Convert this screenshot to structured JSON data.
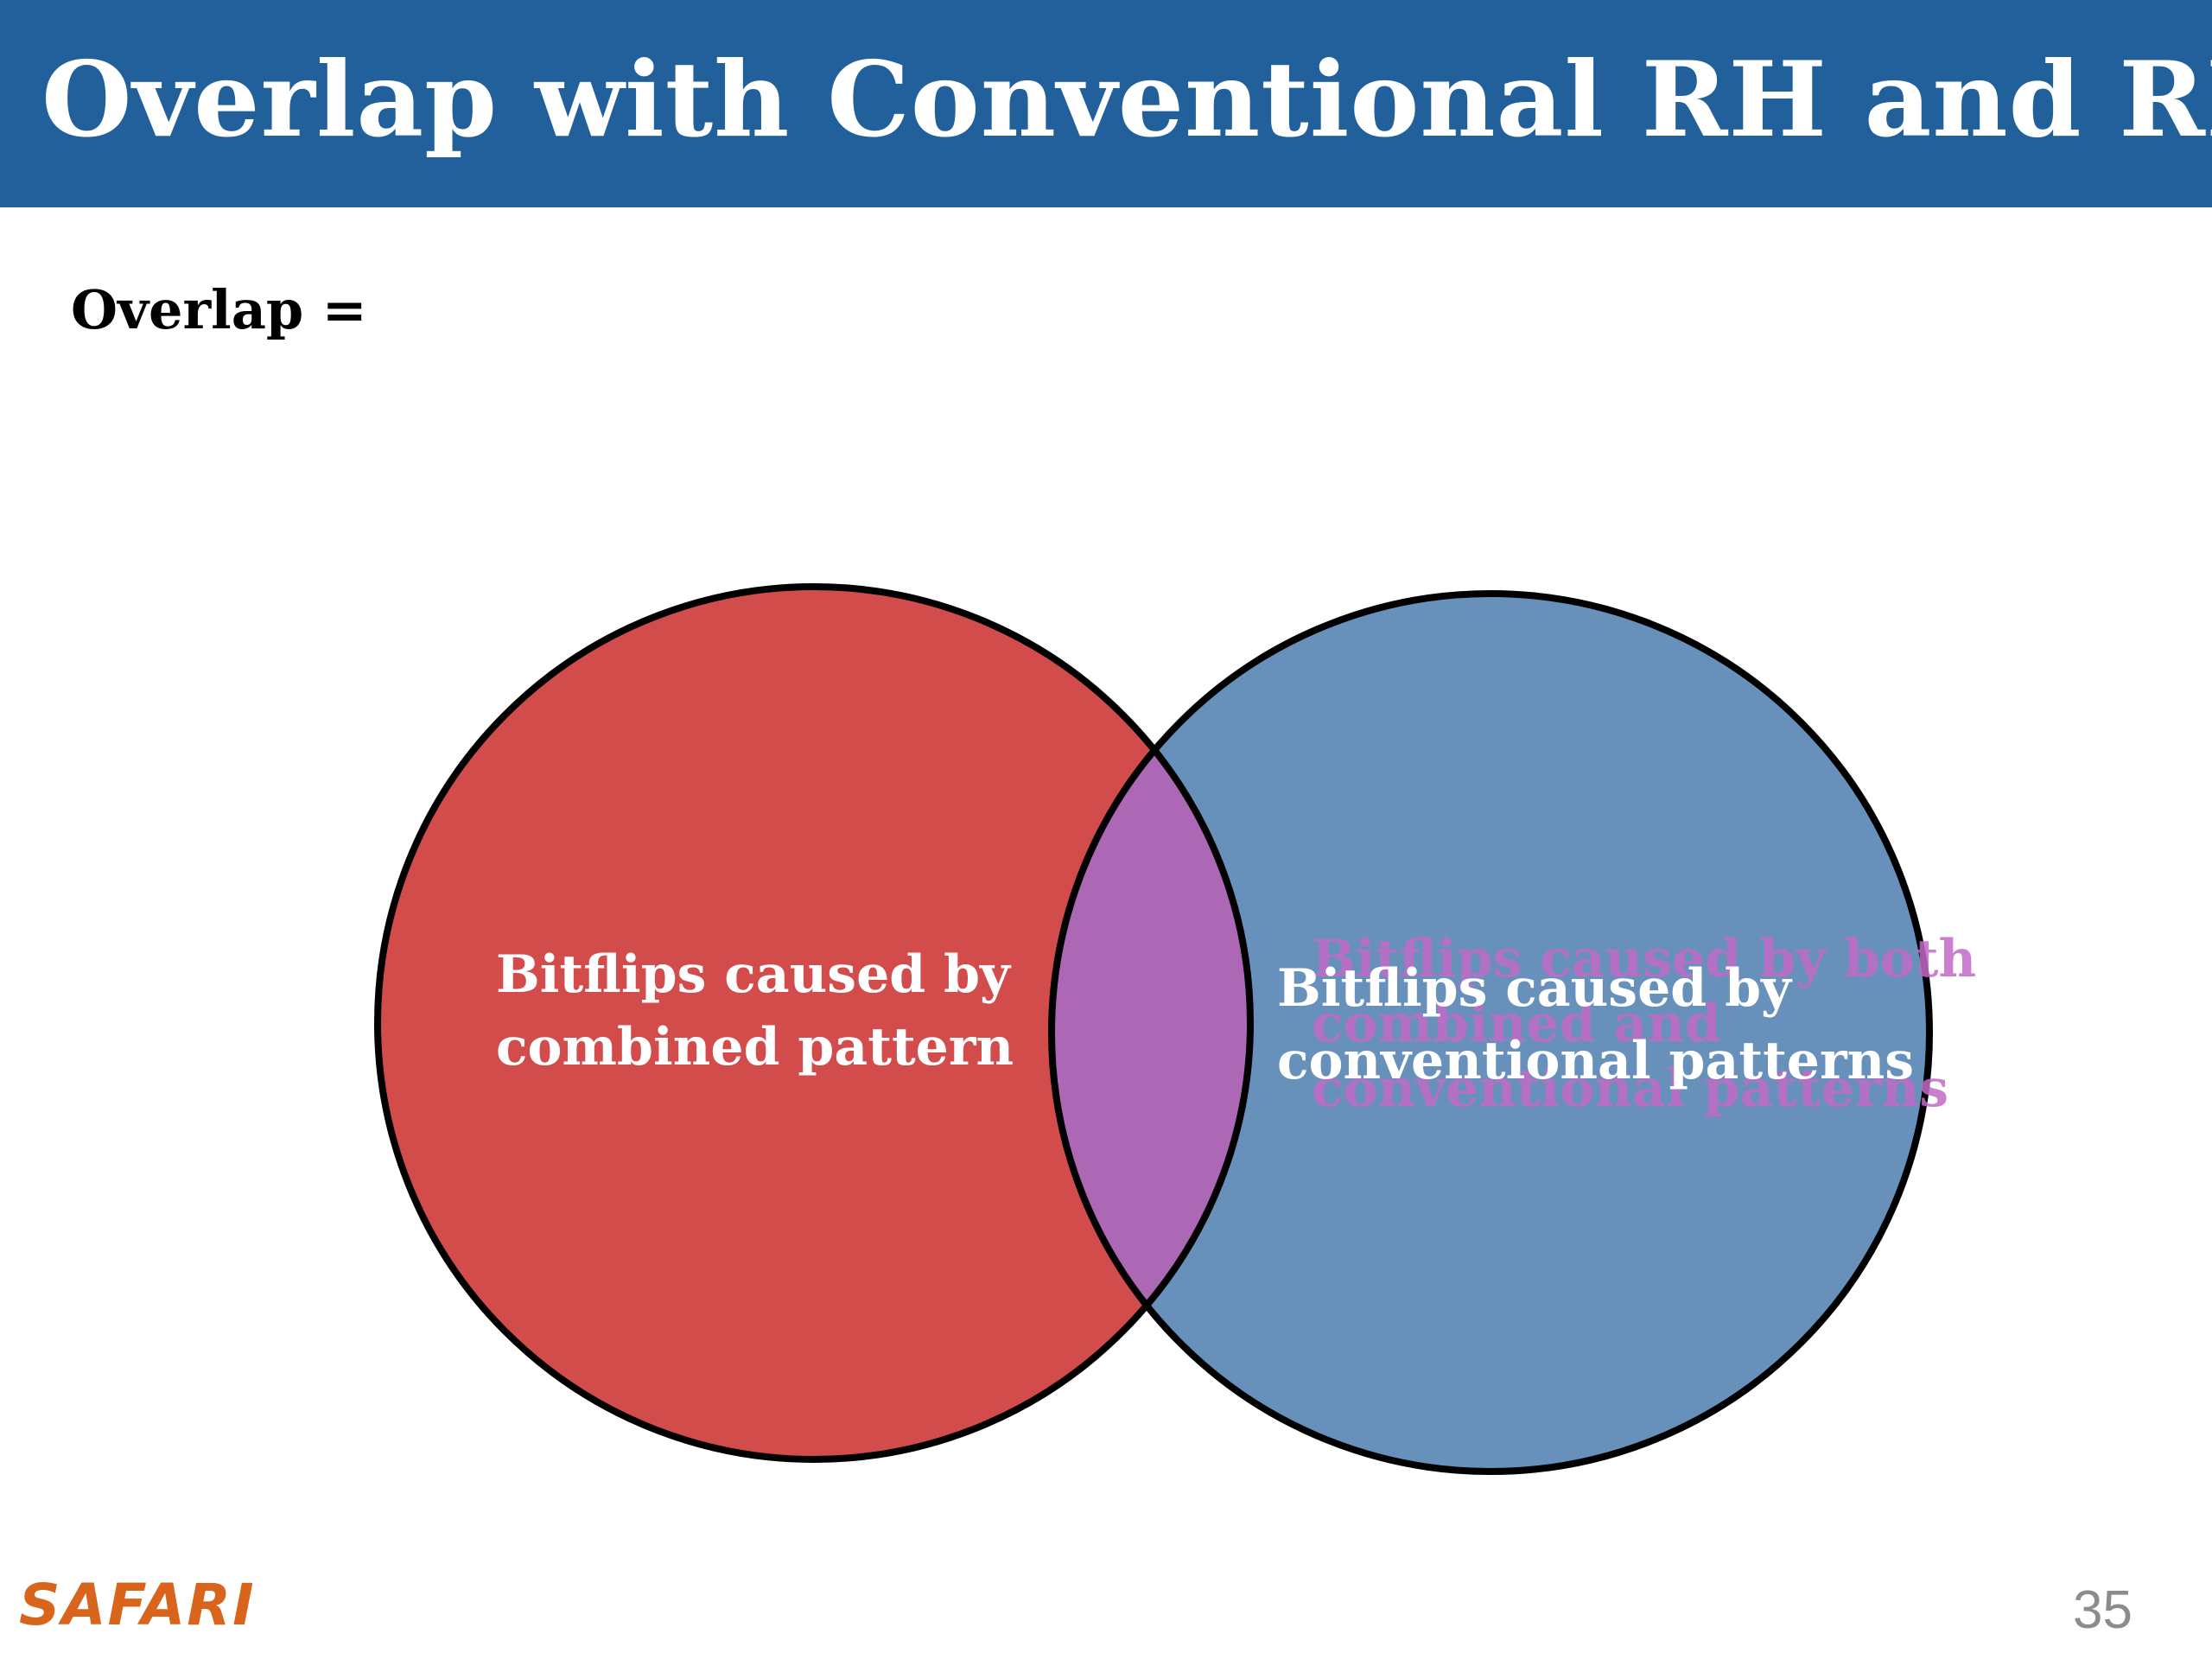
{
  "slide": {
    "title": "Overlap with Conventional RH and RP",
    "overlap_label": "Overlap =",
    "page_number": "35",
    "logo_text": "SAFARI"
  },
  "venn": {
    "left_set": {
      "lines": [
        "Bitflips caused by",
        "combined pattern"
      ],
      "color": "#d24c4c"
    },
    "right_set": {
      "lines": [
        "Bitflips caused by",
        "conventional patterns"
      ],
      "color": "#6791ba"
    },
    "intersection": {
      "lines": [
        "Bitflips caused by both",
        "combined and",
        "conventional patterns"
      ],
      "color": "#ad68b5"
    },
    "outline_color": "#000000",
    "label_color": "#ffffff",
    "overlay_label_color": "#c16ac6"
  },
  "colors": {
    "title_bar": "#21609b",
    "title_text": "#ffffff",
    "logo": "#d9641c",
    "page_number": "#8c8c8c"
  }
}
